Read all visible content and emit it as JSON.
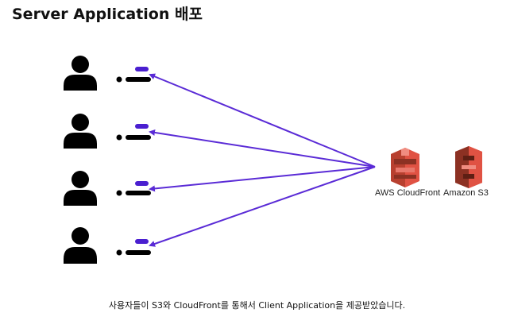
{
  "title": "Server Application 배포",
  "services": {
    "cloudfront_label": "AWS CloudFront",
    "s3_label": "Amazon S3"
  },
  "caption": "사용자들이 S3와 CloudFront를 통해서 Client Application을 제공받았습니다.",
  "colors": {
    "arrow": "#5a2bd6",
    "accent": "#4a1fd0",
    "aws_orange": "#e05243",
    "aws_dark": "#8c3123",
    "user": "#000000"
  },
  "users": 4
}
